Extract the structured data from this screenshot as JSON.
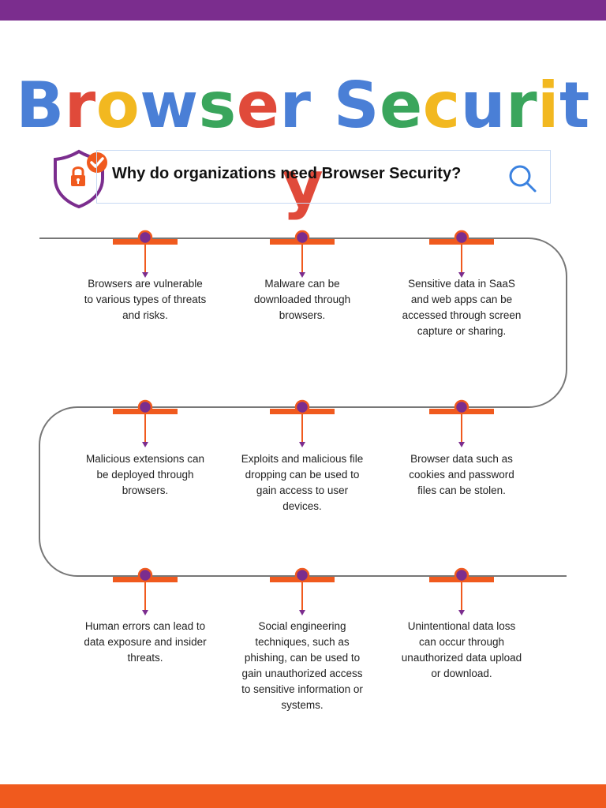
{
  "title": {
    "letters": [
      {
        "ch": "B",
        "color": "#4a7fd6"
      },
      {
        "ch": "r",
        "color": "#e04a3a"
      },
      {
        "ch": "o",
        "color": "#f2b820"
      },
      {
        "ch": "w",
        "color": "#4a7fd6"
      },
      {
        "ch": "s",
        "color": "#3aa55c"
      },
      {
        "ch": "e",
        "color": "#e04a3a"
      },
      {
        "ch": "r",
        "color": "#4a7fd6"
      },
      {
        "ch": " ",
        "color": "#ffffff"
      },
      {
        "ch": "S",
        "color": "#4a7fd6"
      },
      {
        "ch": "e",
        "color": "#3aa55c"
      },
      {
        "ch": "c",
        "color": "#f2b820"
      },
      {
        "ch": "u",
        "color": "#4a7fd6"
      },
      {
        "ch": "r",
        "color": "#3aa55c"
      },
      {
        "ch": "i",
        "color": "#f2b820"
      },
      {
        "ch": "t",
        "color": "#4a7fd6"
      },
      {
        "ch": "y",
        "color": "#e04a3a"
      }
    ]
  },
  "search": {
    "question": "Why do organizations need Browser Security?",
    "icon": "magnifier-icon"
  },
  "colors": {
    "purple": "#7b2d8e",
    "orange": "#f05a1e",
    "line": "#777777",
    "search_blue": "#3b82e0"
  },
  "items": [
    "Browsers are vulnerable to various types of threats and risks.",
    "Malware can be downloaded through browsers.",
    "Sensitive data in SaaS and web apps can be accessed through screen capture or sharing.",
    "Malicious extensions can be deployed through browsers.",
    "Exploits and malicious file dropping can be used to gain access to user devices.",
    "Browser data such as cookies and password files can be stolen.",
    "Human errors can lead to data exposure and insider threats.",
    "Social engineering techniques, such as phishing, can be used to gain unauthorized access to sensitive information or systems.",
    "Unintentional data loss can occur through unauthorized data upload or download."
  ]
}
